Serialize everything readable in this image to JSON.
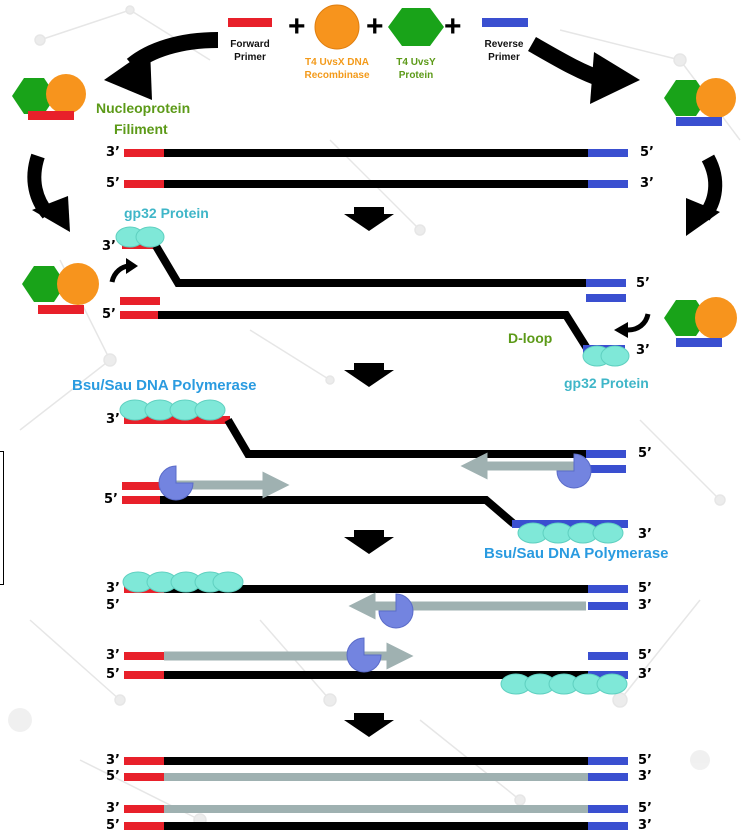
{
  "legend": {
    "forward_primer": "Forward\nPrimer",
    "recombinase": "T4 UvsX DNA\nRecombinase",
    "uvsy": "T4 UvsY\nProtein",
    "reverse_primer": "Reverse\nPrimer",
    "plus": "+"
  },
  "labels": {
    "nucleoprotein_line1": "Nucleoprotein",
    "nucleoprotein_line2": "Filiment",
    "gp32_top": "gp32 Protein",
    "dloop": "D-loop",
    "gp32_right": "gp32 Protein",
    "polymerase_left": "Bsu/Sau DNA Polymerase",
    "polymerase_right": "Bsu/Sau DNA Polymerase"
  },
  "strand_ends": {
    "three_prime": "3’",
    "five_prime": "5’"
  },
  "colors": {
    "forward_primer": "#e8202a",
    "reverse_primer": "#3a4fd0",
    "dna": "#000000",
    "new_strand": "#9fb1b1",
    "recombinase": "#f7941d",
    "uvsy": "#19a319",
    "gp32": "#7fe8d8",
    "polymerase": "#6f7fdc"
  }
}
